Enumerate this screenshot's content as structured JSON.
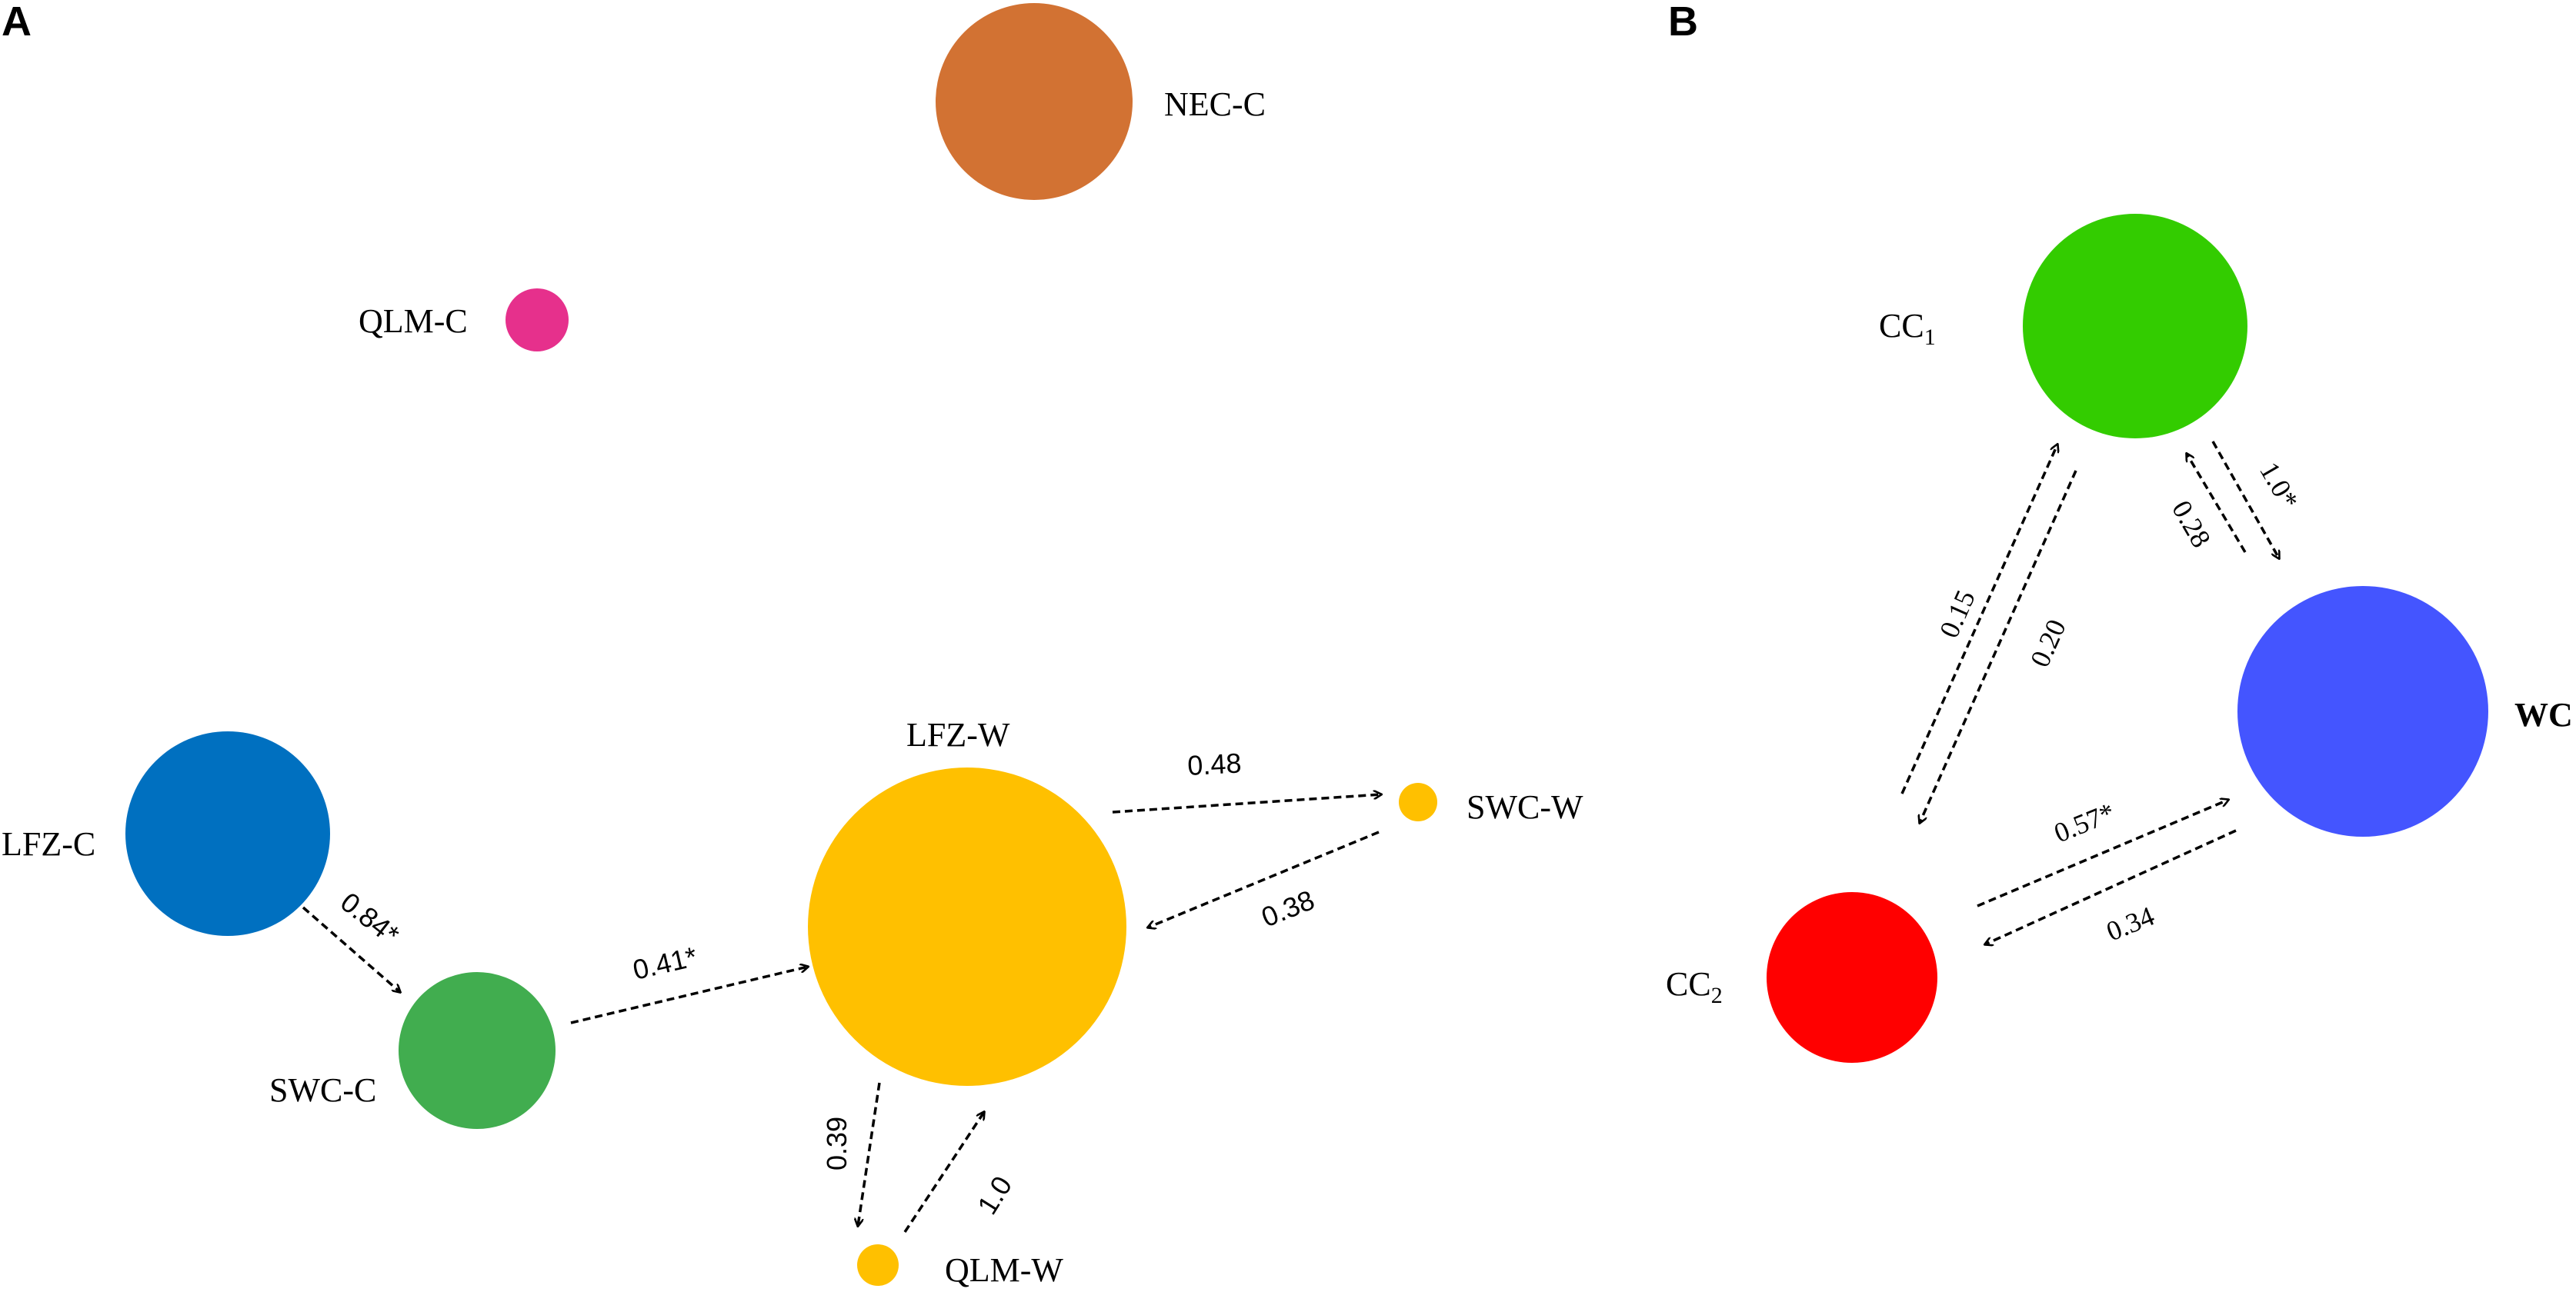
{
  "panel_a": {
    "letter": "A",
    "nodes": {
      "nec_c": {
        "label": "NEC-C",
        "color": "#D27233"
      },
      "qlm_c": {
        "label": "QLM-C",
        "color": "#E6308C"
      },
      "lfz_c": {
        "label": "LFZ-C",
        "color": "#0070C0"
      },
      "swc_c": {
        "label": "SWC-C",
        "color": "#41AD4F"
      },
      "lfz_w": {
        "label": "LFZ-W",
        "color": "#FFC000"
      },
      "swc_w": {
        "label": "SWC-W",
        "color": "#FFC000"
      },
      "qlm_w": {
        "label": "QLM-W",
        "color": "#FFC000"
      }
    },
    "edges": {
      "lfzc_swcc": {
        "from": "LFZ-C",
        "to": "SWC-C",
        "label": "0.84*"
      },
      "swcc_lfzw": {
        "from": "SWC-C",
        "to": "LFZ-W",
        "label": "0.41*"
      },
      "lfzw_swcw": {
        "from": "LFZ-W",
        "to": "SWC-W",
        "label": "0.48"
      },
      "swcw_lfzw": {
        "from": "SWC-W",
        "to": "LFZ-W",
        "label": "0.38"
      },
      "lfzw_qlmw": {
        "from": "LFZ-W",
        "to": "QLM-W",
        "label": "0.39"
      },
      "qlmw_lfzw": {
        "from": "QLM-W",
        "to": "LFZ-W",
        "label": "1.0"
      }
    }
  },
  "panel_b": {
    "letter": "B",
    "nodes": {
      "cc1": {
        "label_main": "CC",
        "label_sub": "1",
        "color": "#33CC00"
      },
      "cc2": {
        "label_main": "CC",
        "label_sub": "2",
        "color": "#FF0000"
      },
      "wc": {
        "label": "WC",
        "color": "#4455FF"
      }
    },
    "edges": {
      "cc1_wc": {
        "from": "CC1",
        "to": "WC",
        "label": "1.0*"
      },
      "wc_cc1": {
        "from": "WC",
        "to": "CC1",
        "label": "0.28"
      },
      "cc2_cc1": {
        "from": "CC2",
        "to": "CC1",
        "label": "0.15"
      },
      "cc1_cc2": {
        "from": "CC1",
        "to": "CC2",
        "label": "0.20"
      },
      "cc2_wc": {
        "from": "CC2",
        "to": "WC",
        "label": "0.57*"
      },
      "wc_cc2": {
        "from": "WC",
        "to": "CC2",
        "label": "0.34"
      }
    }
  }
}
